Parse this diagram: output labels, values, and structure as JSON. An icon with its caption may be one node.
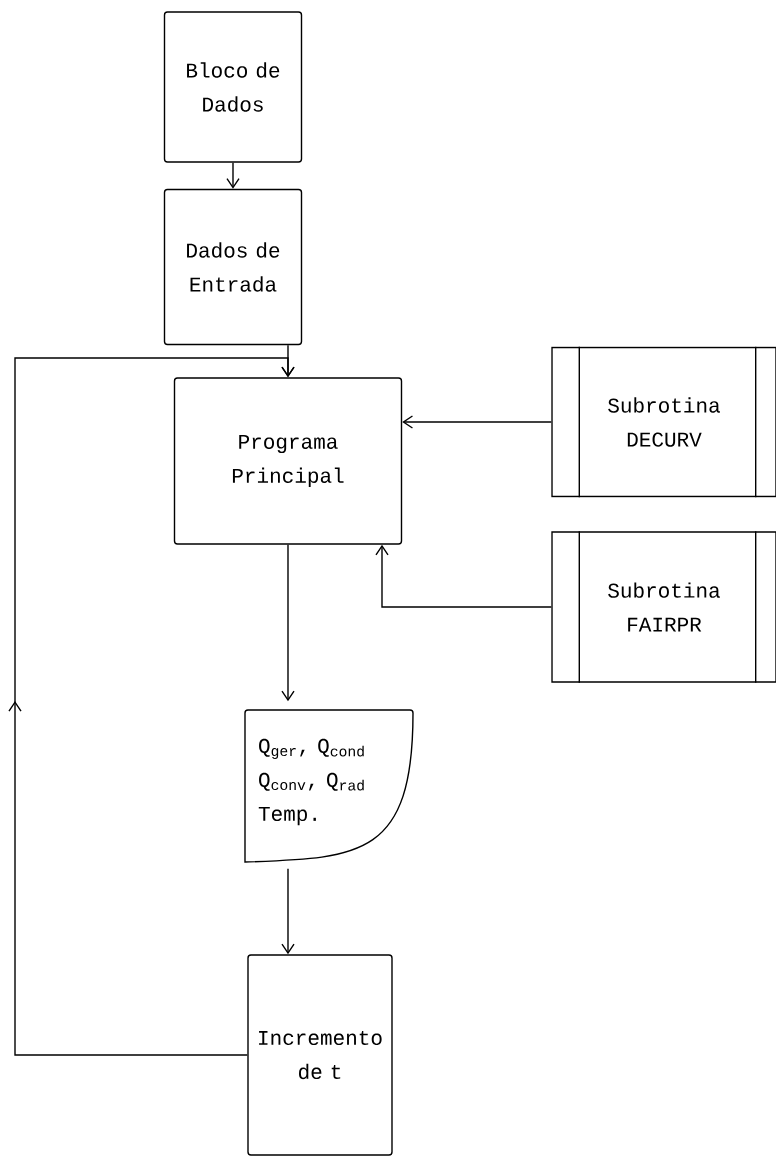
{
  "diagram": {
    "nodes": [
      {
        "text": [
          "Bloco de Dados"
        ]
      },
      {
        "text": [
          "Dados de Entrada"
        ]
      },
      {
        "text": [
          "Programa Principal"
        ]
      },
      {
        "text": [
          "Subrotina DECURV"
        ]
      },
      {
        "text": [
          "Subrotina FAIRPR"
        ]
      },
      {
        "text": [
          "Q$_{ger}$, Q$_{cond}$ Q$_{conv}$, Q$_{rad}$ Temp."
        ]
      },
      {
        "text": [
          "Incremento de t"
        ]
      }
    ],
    "edges": [
      {
        "from": 0,
        "to": 1,
        "arrow": "to"
      },
      {
        "from": 1,
        "to": 2,
        "arrow": "to"
      },
      {
        "from": 3,
        "to": 2,
        "arrow": "to"
      },
      {
        "from": 4,
        "to": 2,
        "arrow": "to"
      },
      {
        "from": 2,
        "to": 5,
        "arrow": "to"
      },
      {
        "from": 5,
        "to": 6,
        "arrow": "to"
      },
      {
        "from": 6,
        "to": 2,
        "arrow": "to"
      }
    ]
  }
}
